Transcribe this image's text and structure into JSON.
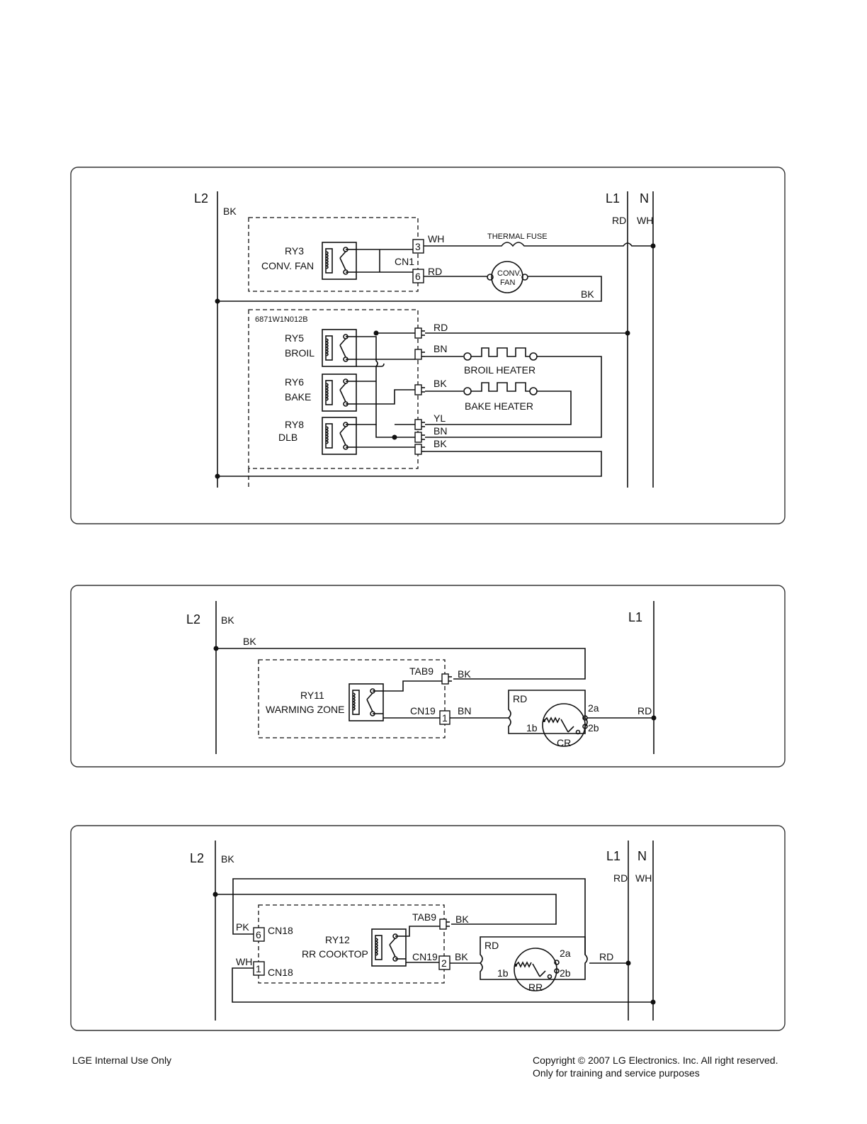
{
  "d1": {
    "l2": "L2",
    "l1": "L1",
    "n": "N",
    "bk_top": "BK",
    "rd_top": "RD",
    "wh_top": "WH",
    "ry3": "RY3",
    "conv_fan_relay": "CONV. FAN",
    "cn1": "CN1",
    "pin3": "3",
    "pin6": "6",
    "wh_wire": "WH",
    "rd_wire": "RD",
    "thermal_fuse": "THERMAL FUSE",
    "conv": "CONV.",
    "fan": "FAN",
    "bk_return": "BK",
    "part_no": "6871W1N012B",
    "ry5": "RY5",
    "broil": "BROIL",
    "ry6": "RY6",
    "bake": "BAKE",
    "ry8": "RY8",
    "dlb": "DLB",
    "rd_c": "RD",
    "bn_c": "BN",
    "bk_c": "BK",
    "yl_c": "YL",
    "bn_c2": "BN",
    "bk_c2": "BK",
    "broil_heater": "BROIL HEATER",
    "bake_heater": "BAKE HEATER"
  },
  "d2": {
    "l2": "L2",
    "l1": "L1",
    "bk_top": "BK",
    "bk_bus": "BK",
    "ry11": "RY11",
    "warming_zone": "WARMING ZONE",
    "tab9": "TAB9",
    "bk_wire": "BK",
    "cn19": "CN19",
    "pin1": "1",
    "bn_wire": "BN",
    "rd_loop": "RD",
    "t2a": "2a",
    "t1b": "1b",
    "t2b": "2b",
    "cr": "CR",
    "rd_l1": "RD"
  },
  "d3": {
    "l2": "L2",
    "l1": "L1",
    "n": "N",
    "bk_top": "BK",
    "rd_top": "RD",
    "wh_top": "WH",
    "pk": "PK",
    "pin6": "6",
    "cn18a": "CN18",
    "wh": "WH",
    "pin1": "1",
    "cn18b": "CN18",
    "ry12": "RY12",
    "rr_cooktop": "RR COOKTOP",
    "tab9": "TAB9",
    "bk_tab": "BK",
    "cn19": "CN19",
    "pin2": "2",
    "bk_wire": "BK",
    "rd_loop": "RD",
    "t2a": "2a",
    "t1b": "1b",
    "t2b": "2b",
    "rr": "RR",
    "rd_l1": "RD"
  },
  "footer": {
    "left": "LGE Internal Use Only",
    "copyright": "Copyright © 2007 LG Electronics. Inc. All right reserved.",
    "training": "Only for training and service purposes"
  }
}
